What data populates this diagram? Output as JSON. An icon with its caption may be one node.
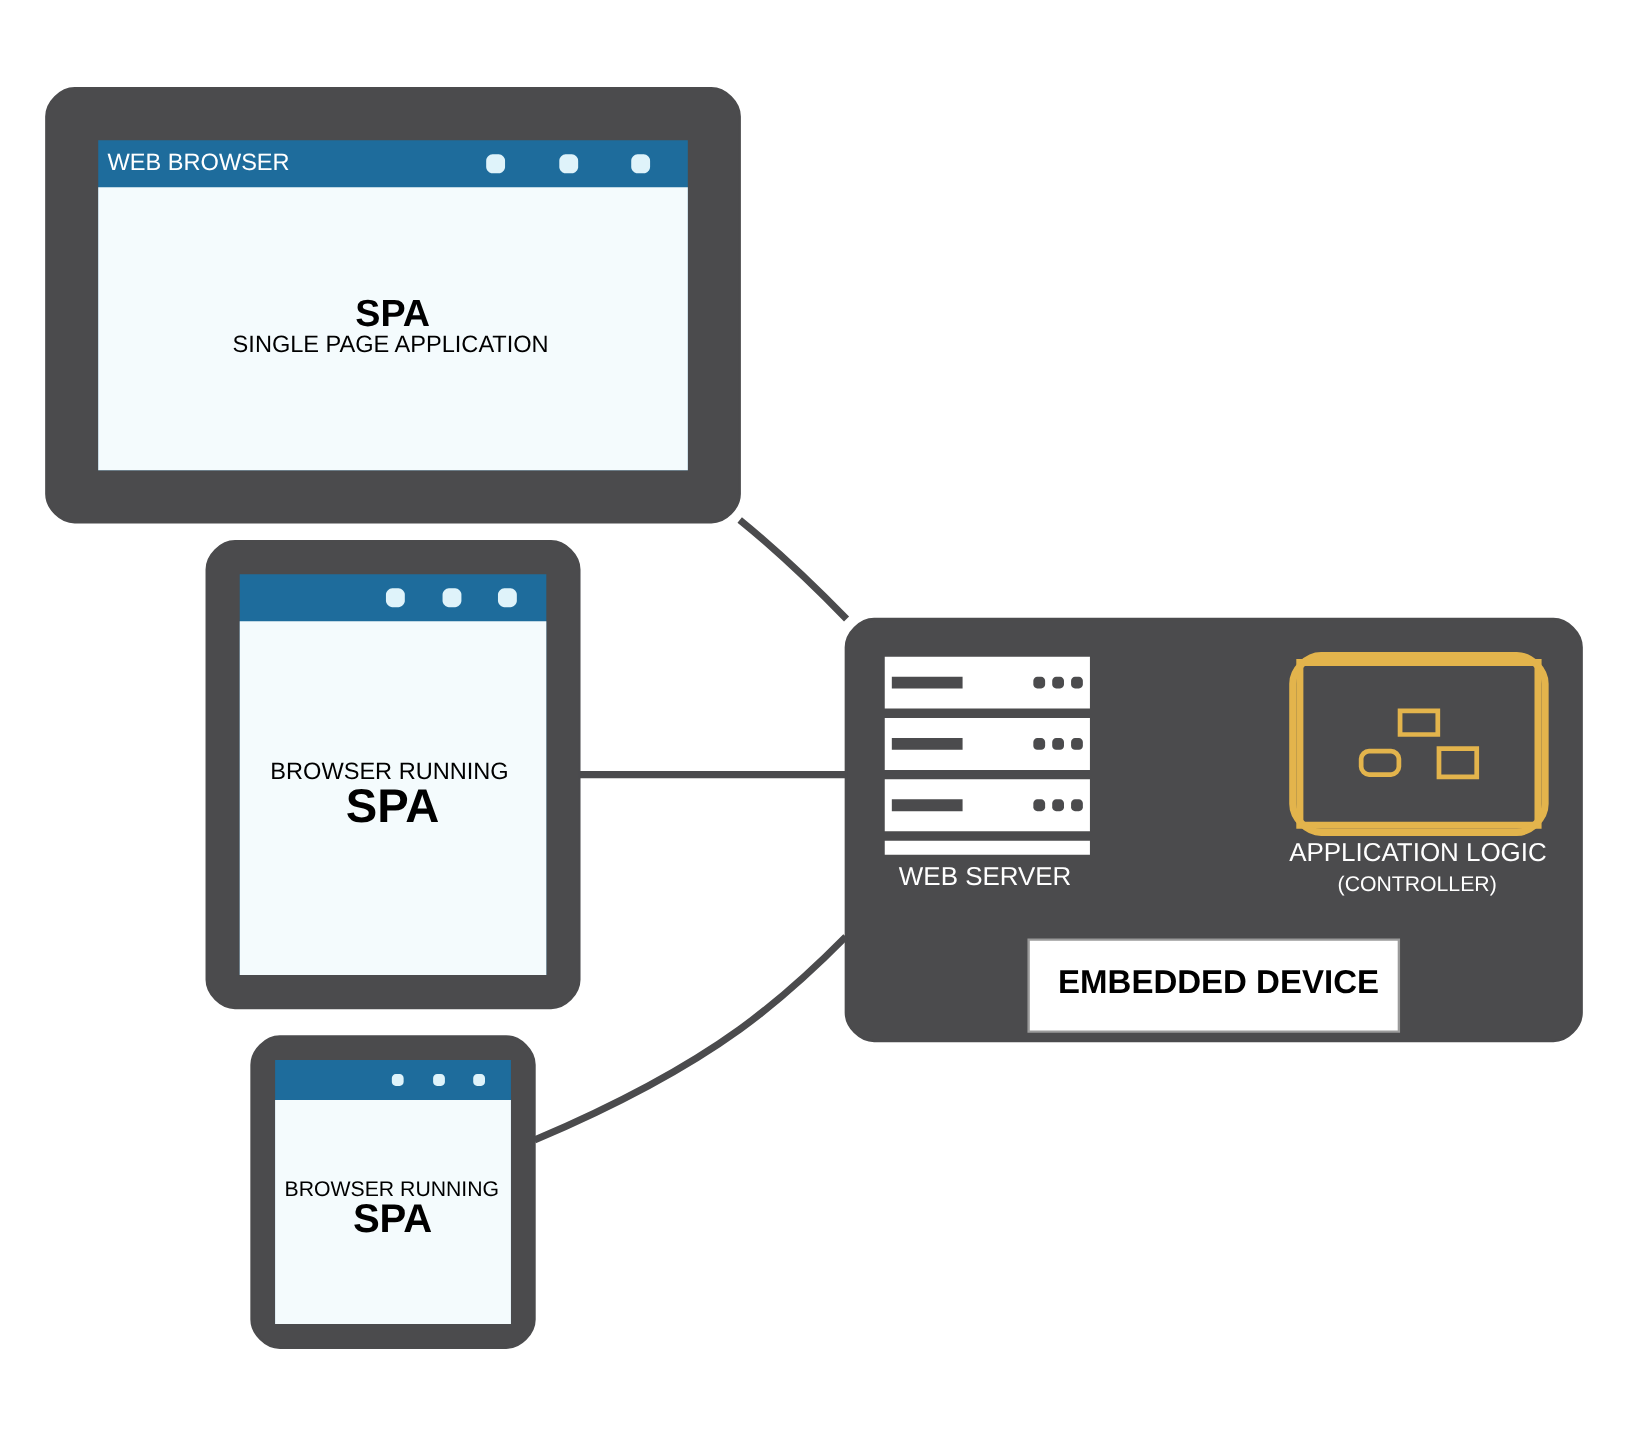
{
  "diagram": {
    "nodes": [
      {
        "text": [],
        "shape": "laptop"
      },
      {
        "text": [
          "WEB BROWSER",
          "SPA",
          "SINGLE PAGE APPLICATION"
        ],
        "in": 0
      },
      {
        "text": [
          "EMBEDDED DEVICE"
        ]
      },
      {
        "text": [
          "WEB SERVER"
        ],
        "in": 2
      },
      {
        "text": [
          "APPLICATION LOGIC",
          "(CONTROLLER)"
        ],
        "in": 2
      },
      {
        "text": [],
        "shape": "tablet"
      },
      {
        "text": [
          "BROWSER RUNNING",
          "SPA"
        ],
        "in": 5
      },
      {
        "text": [],
        "shape": "phone"
      },
      {
        "text": [
          "BROWSER RUNNING",
          "SPA"
        ],
        "in": 7
      }
    ],
    "edges": [
      {
        "from": 0,
        "to": 2,
        "arrow": "none"
      },
      {
        "from": 5,
        "to": 2,
        "arrow": "none"
      },
      {
        "from": 7,
        "to": 2,
        "arrow": "none"
      }
    ]
  }
}
